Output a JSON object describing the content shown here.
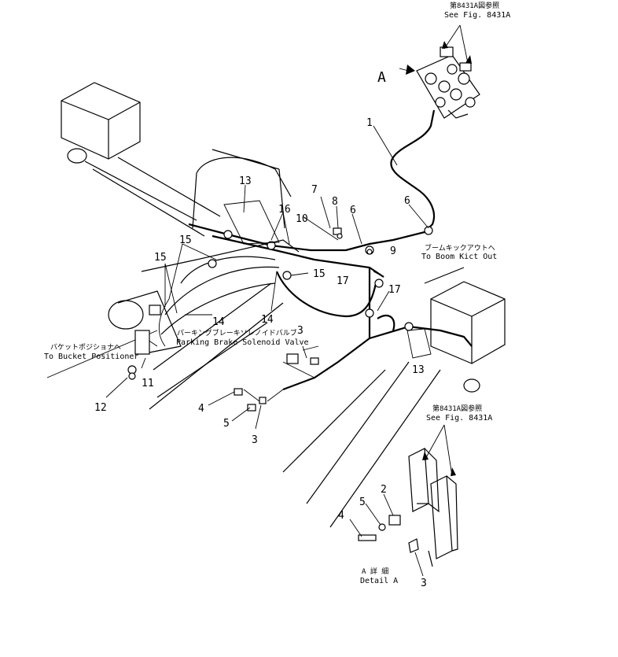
{
  "callouts": {
    "n1": "1",
    "n2": "2",
    "n3a": "3",
    "n3b": "3",
    "n3c": "3",
    "n4a": "4",
    "n4b": "4",
    "n5a": "5",
    "n5b": "5",
    "n6a": "6",
    "n6b": "6",
    "n7": "7",
    "n8": "8",
    "n9": "9",
    "n10": "10",
    "n11": "11",
    "n12": "12",
    "n13a": "13",
    "n13b": "13",
    "n14a": "14",
    "n14b": "14",
    "n15a": "15",
    "n15b": "15",
    "n15c": "15",
    "n16": "16",
    "n17a": "17",
    "n17b": "17"
  },
  "labels": {
    "fig_ref_top_jp": "第8431A図参照",
    "fig_ref_top_en": "See Fig. 8431A",
    "view_a": "A",
    "boom_kickout_jp": "ブームキックアウトへ",
    "boom_kickout_en": "To Boom Kict Out",
    "bucket_positioner_jp": "バケットポジショナへ",
    "bucket_positioner_en": "To Bucket Positioner",
    "parking_brake_jp": "パーキングブレーキソレノイドバルブ",
    "parking_brake_en": "Parking Brake Solenoid Valve",
    "fig_ref_mid_jp": "第8431A図参照",
    "fig_ref_mid_en": "See Fig. 8431A",
    "detail_a_jp": "A 詳 細",
    "detail_a_en": "Detail A"
  },
  "colors": {
    "ink": "#000000",
    "paper": "#ffffff"
  }
}
